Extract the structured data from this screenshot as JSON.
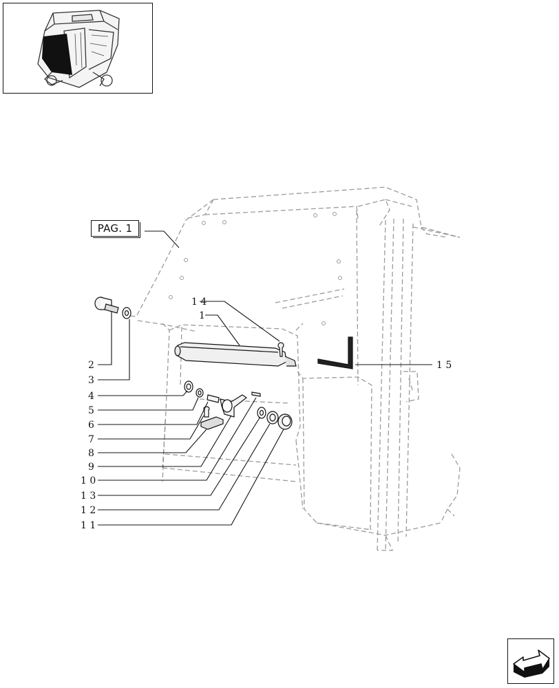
{
  "reference_box": {
    "label": "PAG. 1"
  },
  "callouts": [
    {
      "id": "1",
      "label": "1"
    },
    {
      "id": "2",
      "label": "2"
    },
    {
      "id": "3",
      "label": "3"
    },
    {
      "id": "4",
      "label": "4"
    },
    {
      "id": "5",
      "label": "5"
    },
    {
      "id": "6",
      "label": "6"
    },
    {
      "id": "7",
      "label": "7"
    },
    {
      "id": "8",
      "label": "8"
    },
    {
      "id": "9",
      "label": "9"
    },
    {
      "id": "10",
      "label": "1 0"
    },
    {
      "id": "11",
      "label": "1 1"
    },
    {
      "id": "12",
      "label": "1 2"
    },
    {
      "id": "13",
      "label": "1 3"
    },
    {
      "id": "14",
      "label": "1 4"
    },
    {
      "id": "15",
      "label": "1 5"
    }
  ],
  "icons": {
    "thumbnail": "cab-thumbnail-icon",
    "navigation": "next-page-arrow-icon"
  }
}
